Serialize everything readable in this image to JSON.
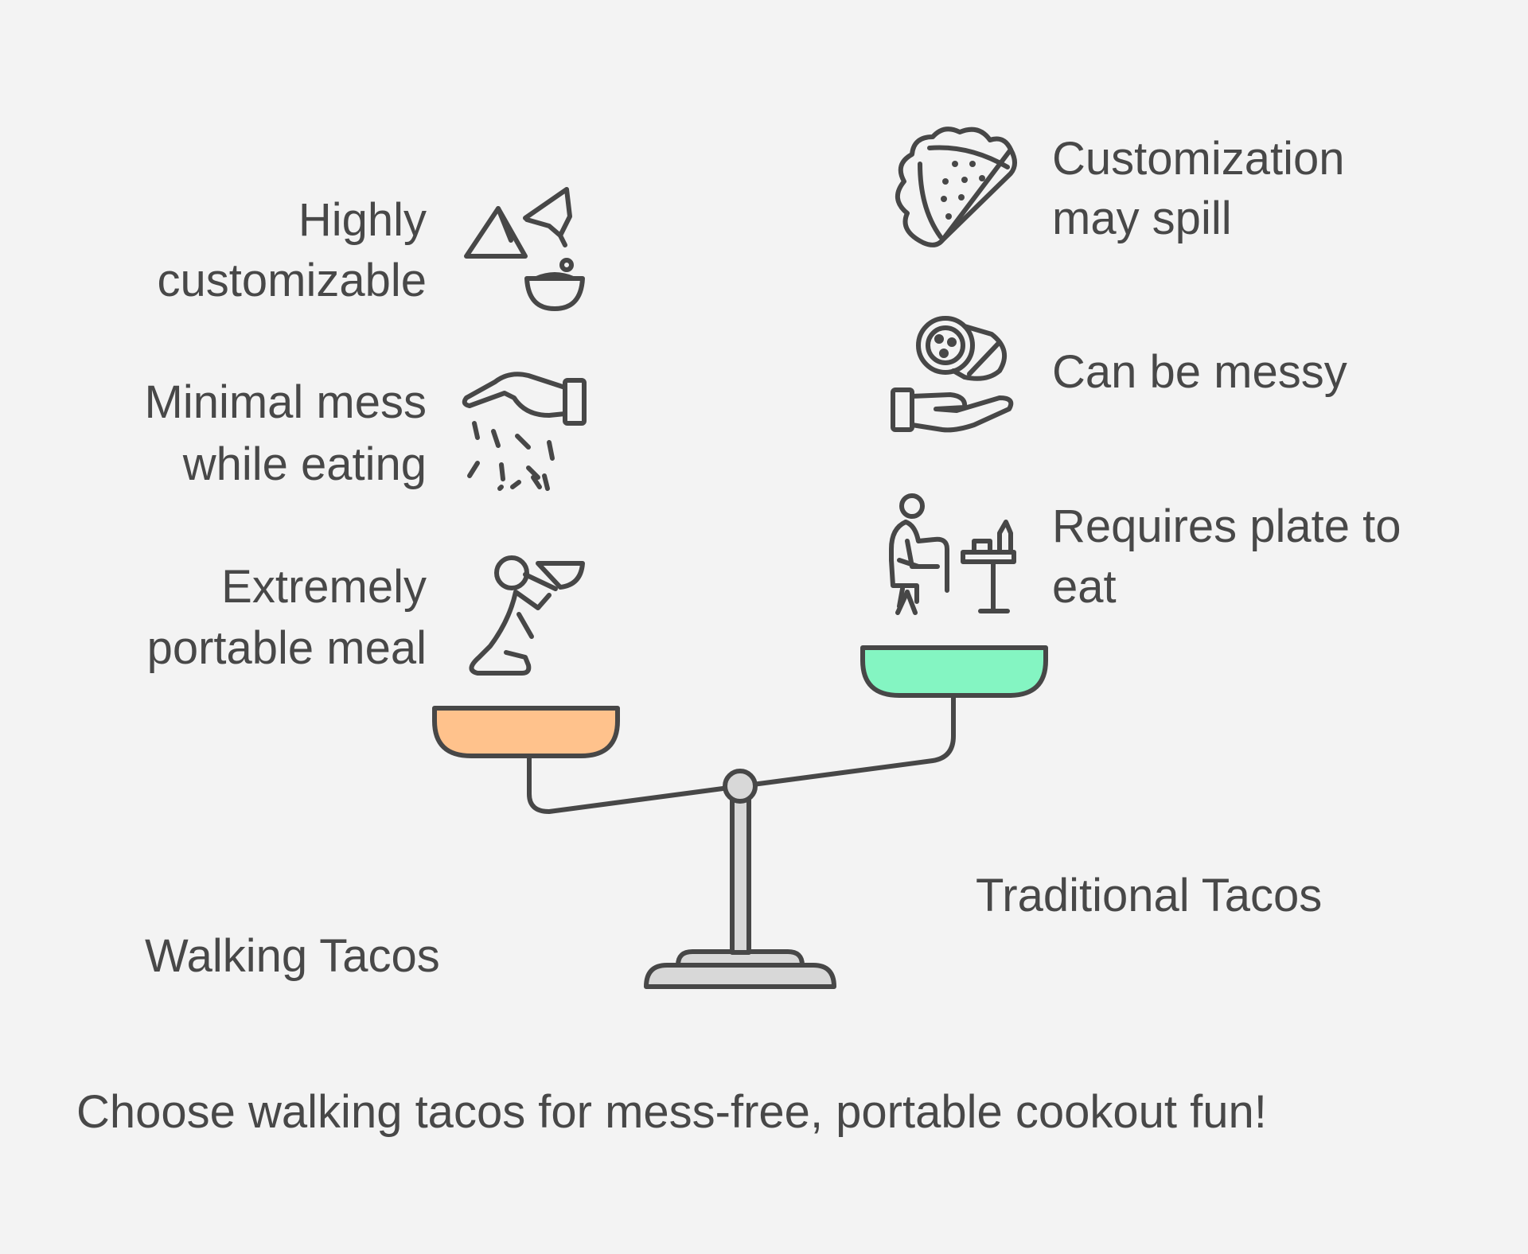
{
  "left": {
    "points": [
      {
        "line1": "Highly",
        "line2": "customizable",
        "icon": "nachos-and-dip-icon"
      },
      {
        "line1": "Minimal mess",
        "line2": "while eating",
        "icon": "hand-sprinkling-icon"
      },
      {
        "line1": "Extremely",
        "line2": "portable meal",
        "icon": "person-carrying-bowl-icon"
      }
    ],
    "label": "Walking Tacos",
    "pan_color": "#ffc28c"
  },
  "right": {
    "points": [
      {
        "line1": "Customization",
        "line2": "may spill",
        "icon": "taco-icon"
      },
      {
        "line1": "Can be messy",
        "line2": "",
        "icon": "hand-holding-burrito-icon"
      },
      {
        "line1": "Requires plate to",
        "line2": "eat",
        "icon": "person-seated-at-table-icon"
      }
    ],
    "label": "Traditional Tacos",
    "pan_color": "#84f5c2"
  },
  "conclusion": "Choose walking tacos for mess-free, portable cookout fun!",
  "colors": {
    "stroke": "#474747",
    "text": "#484848",
    "base": "#d8d8d8",
    "background": "#f3f3f3"
  }
}
